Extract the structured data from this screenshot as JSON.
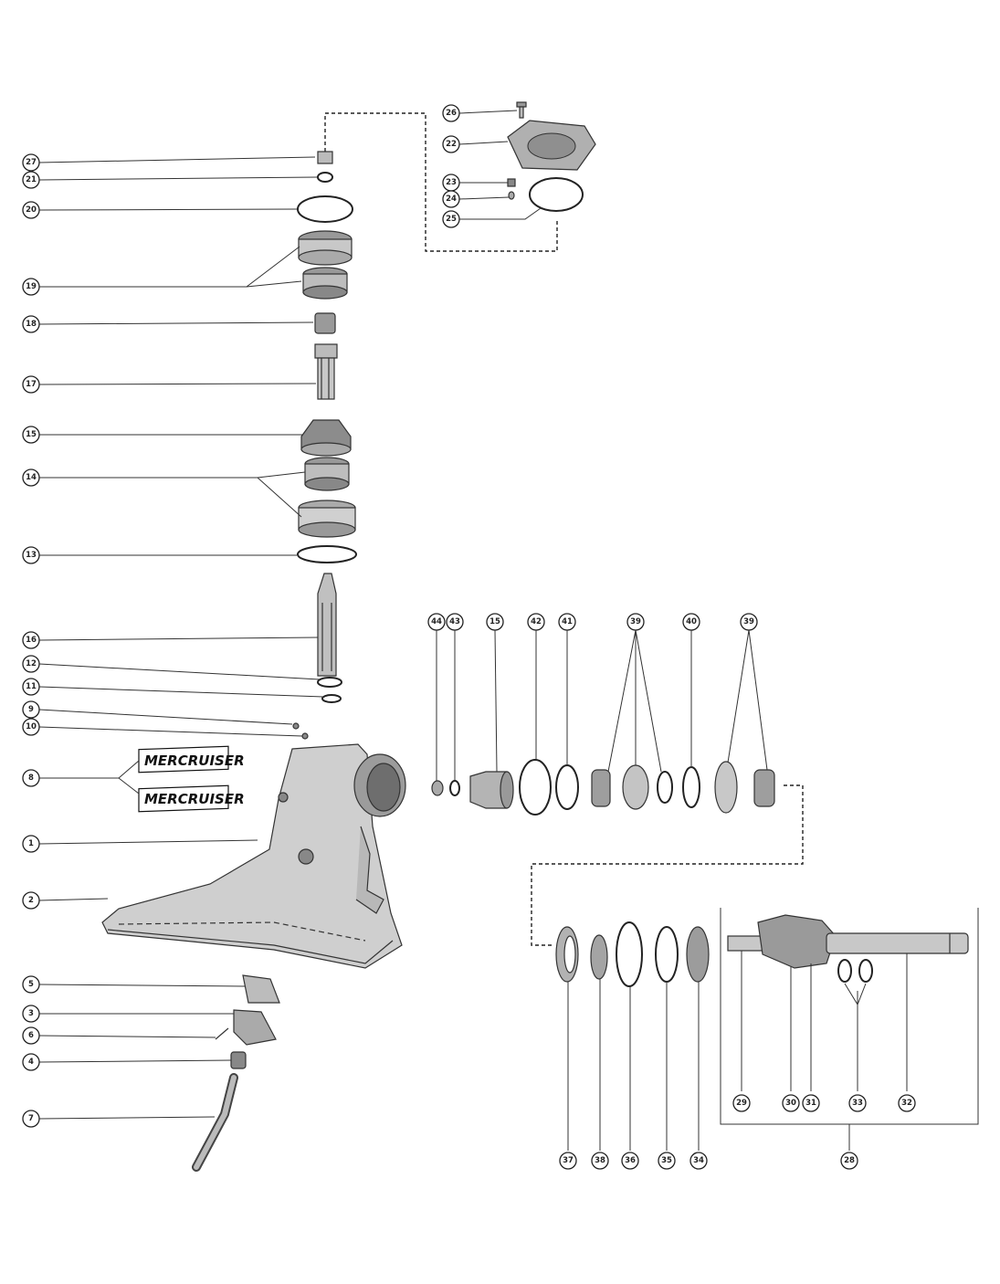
{
  "callouts": {
    "c27": "27",
    "c21": "21",
    "c20": "20",
    "c19": "19",
    "c18": "18",
    "c17": "17",
    "c15a": "15",
    "c14": "14",
    "c13": "13",
    "c16": "16",
    "c12": "12",
    "c11": "11",
    "c9": "9",
    "c10": "10",
    "c8": "8",
    "c1": "1",
    "c2": "2",
    "c5": "5",
    "c3": "3",
    "c6": "6",
    "c4": "4",
    "c7": "7",
    "c26": "26",
    "c22": "22",
    "c23": "23",
    "c24": "24",
    "c25": "25",
    "c44": "44",
    "c43": "43",
    "c15b": "15",
    "c42": "42",
    "c41": "41",
    "c39a": "39",
    "c40": "40",
    "c39b": "39",
    "c37": "37",
    "c38": "38",
    "c36": "36",
    "c35": "35",
    "c34": "34",
    "c29": "29",
    "c30": "30",
    "c31": "31",
    "c33": "33",
    "c32": "32",
    "c28": "28"
  },
  "decals": {
    "logo_top": "MERCRUISER",
    "logo_bottom": "MERCRUISER"
  },
  "colors": {
    "ink": "#222222",
    "metal": "#c8c8c8",
    "shadow": "#7a7a7a",
    "paper": "#ffffff"
  }
}
